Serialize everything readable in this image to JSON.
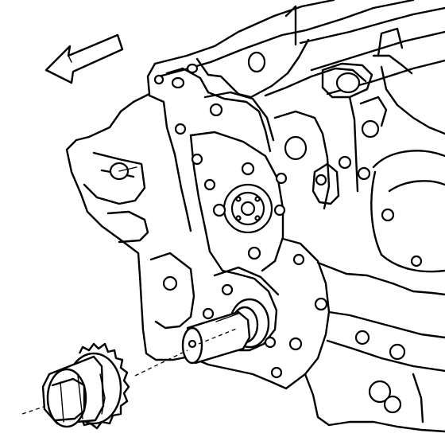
{
  "figure": {
    "background_color": "#ffffff",
    "line_color": "#000000",
    "parts": {
      "direction_arrow": "direction-arrow-icon",
      "engine_block": "engine-block-front",
      "crankshaft": "crankshaft-snout",
      "sprocket": "crankshaft-sprocket"
    }
  }
}
